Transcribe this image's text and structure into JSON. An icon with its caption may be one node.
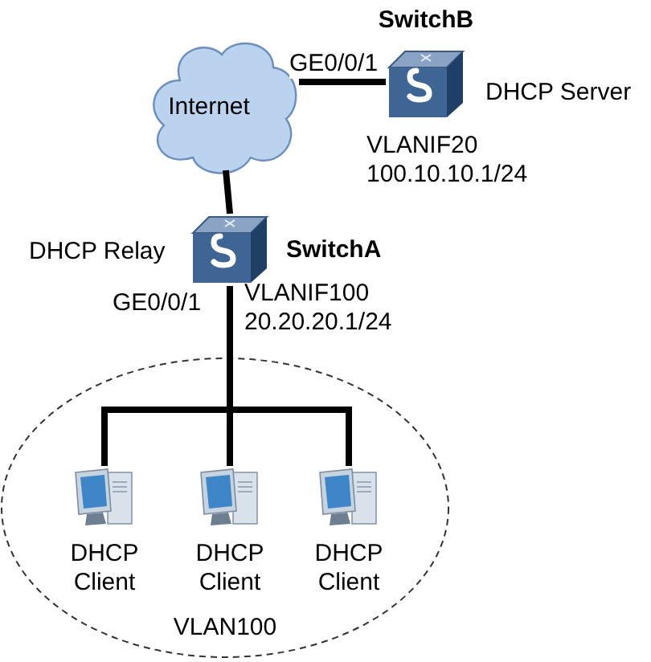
{
  "diagram": {
    "nodes": [
      {
        "text": [
          "Internet"
        ]
      },
      {
        "text": [
          "SwitchB"
        ],
        "beside": [
          "DHCP Server",
          "VLANIF20 100.10.10.1/24"
        ]
      },
      {
        "text": [
          "SwitchA"
        ],
        "beside": [
          "DHCP Relay",
          "VLANIF100 20.20.20.1/24"
        ]
      },
      {
        "text": [
          "VLAN100"
        ]
      },
      {
        "text": [
          "DHCP Client"
        ],
        "in": 3
      },
      {
        "text": [
          "DHCP Client"
        ],
        "in": 3
      },
      {
        "text": [
          "DHCP Client"
        ],
        "in": 3
      }
    ],
    "edges": [
      {
        "from": 0,
        "to": 1,
        "arrow": "none",
        "label": "GE0/0/1"
      },
      {
        "from": 0,
        "to": 2,
        "arrow": "none"
      },
      {
        "from": 2,
        "to": 4,
        "arrow": "none",
        "label": "GE0/0/1"
      },
      {
        "from": 2,
        "to": 5,
        "arrow": "none"
      },
      {
        "from": 2,
        "to": 6,
        "arrow": "none"
      }
    ]
  }
}
